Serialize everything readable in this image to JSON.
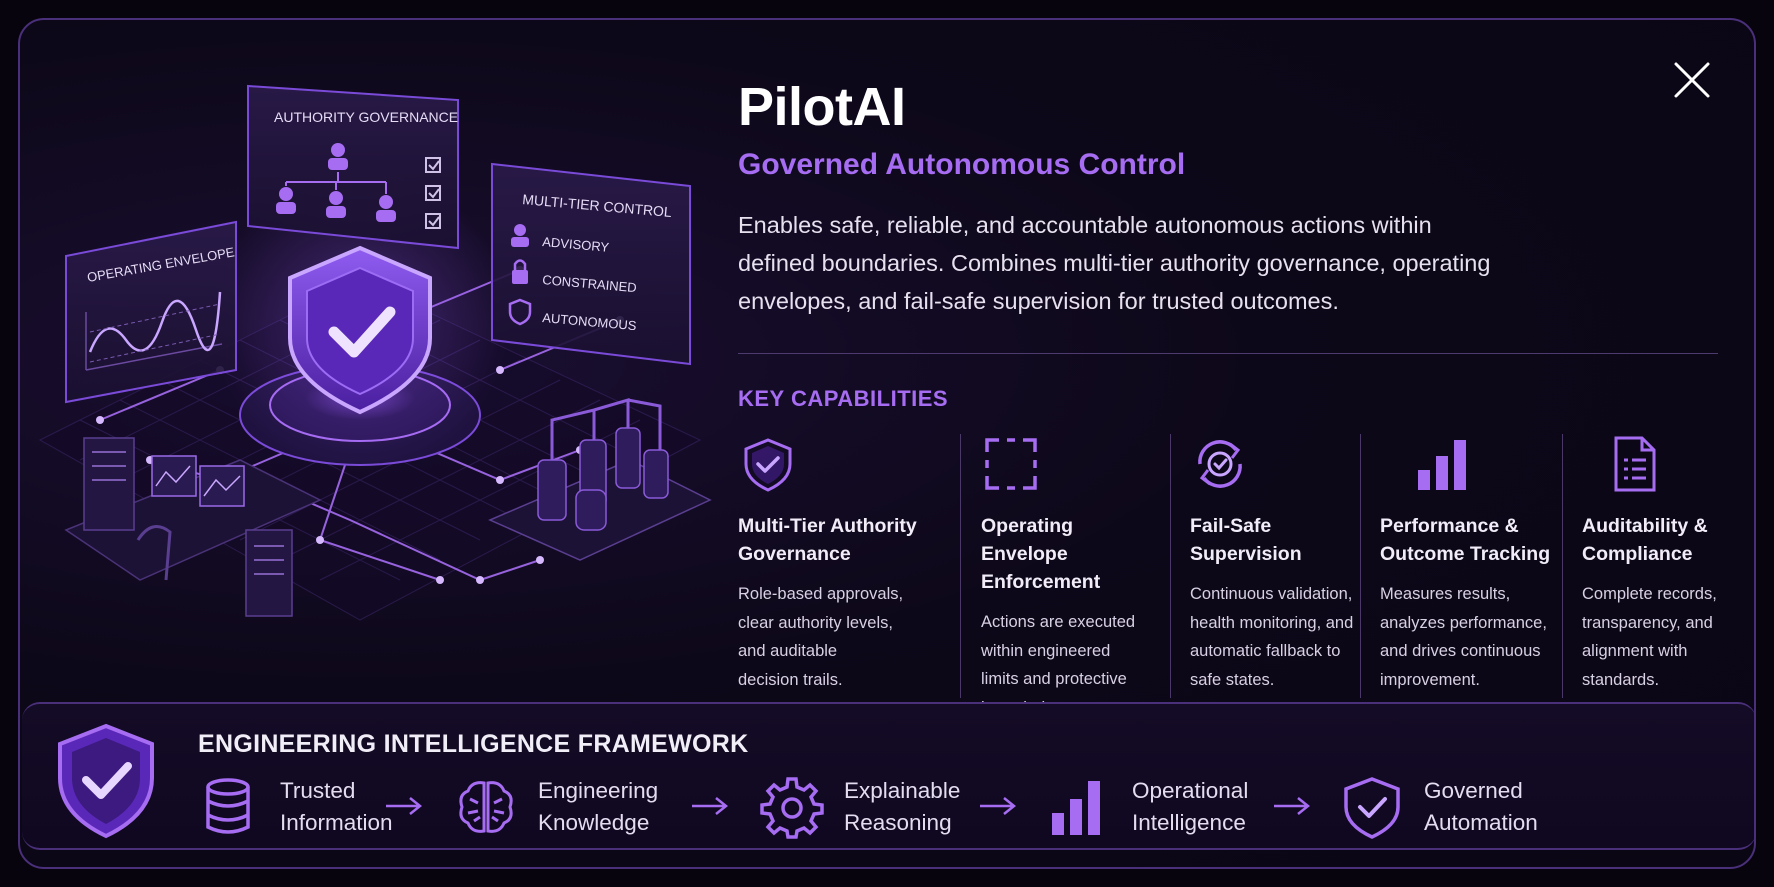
{
  "window": {
    "close_icon": "close-icon"
  },
  "illustration": {
    "panel_authority": "AUTHORITY GOVERNANCE",
    "panel_envelope": "OPERATING ENVELOPE",
    "panel_multitier": "MULTI-TIER CONTROL",
    "multitier_items": [
      "ADVISORY",
      "CONSTRAINED",
      "AUTONOMOUS"
    ]
  },
  "product": {
    "title": "PilotAI",
    "subtitle": "Governed Autonomous Control",
    "description": "Enables safe, reliable, and accountable autonomous actions within defined boundaries.  Combines multi-tier authority governance, operating envelopes, and fail-safe supervision for trusted outcomes."
  },
  "capabilities": {
    "heading": "KEY CAPABILITIES",
    "items": [
      {
        "icon": "shield-check-icon",
        "title": "Multi-Tier Authority\nGovernance",
        "text": "Role-based approvals,\nclear authority levels,\nand auditable\ndecision trails."
      },
      {
        "icon": "envelope-frame-icon",
        "title": "Operating Envelope\nEnforcement",
        "text": "Actions are executed\nwithin engineered\nlimits and protective\nboundaries."
      },
      {
        "icon": "failsafe-cycle-icon",
        "title": "Fail-Safe\nSupervision",
        "text": "Continuous validation,\nhealth monitoring, and\nautomatic fallback to\nsafe states."
      },
      {
        "icon": "bar-chart-icon",
        "title": "Performance &\nOutcome Tracking",
        "text": "Measures results,\nanalyzes performance,\nand drives continuous\nimprovement."
      },
      {
        "icon": "document-icon",
        "title": "Auditability &\nCompliance",
        "text": "Complete records,\ntransparency, and\nalignment with\nstandards."
      }
    ]
  },
  "framework": {
    "title": "ENGINEERING INTELLIGENCE FRAMEWORK",
    "steps": [
      {
        "icon": "database-icon",
        "label": "Trusted\nInformation"
      },
      {
        "icon": "brain-icon",
        "label": "Engineering\nKnowledge"
      },
      {
        "icon": "gear-icon",
        "label": "Explainable\nReasoning"
      },
      {
        "icon": "bar-chart-icon",
        "label": "Operational\nIntelligence"
      },
      {
        "icon": "shield-check-icon",
        "label": "Governed\nAutomation"
      }
    ]
  },
  "colors": {
    "accent": "#a66cf2",
    "background": "#0a0614",
    "border": "#4a2f7a"
  }
}
